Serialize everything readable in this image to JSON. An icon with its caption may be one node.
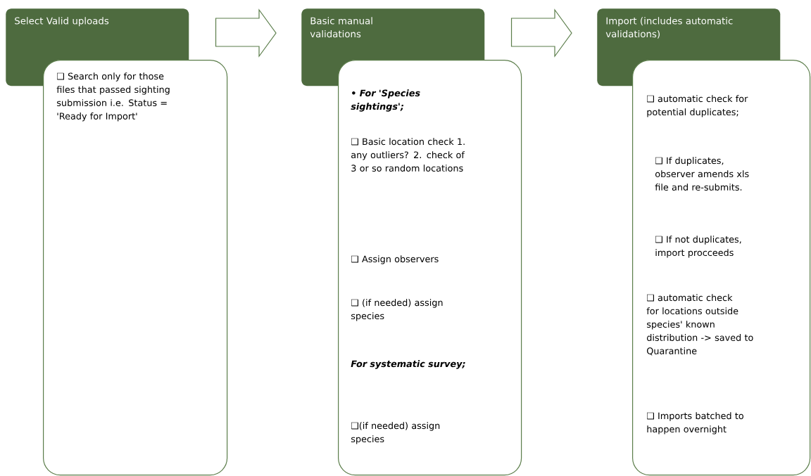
{
  "diagram": {
    "nodes": [
      {
        "text": [
          "Select Valid uploads"
        ]
      },
      {
        "text": [
          "❑ Search only for those files that passed sighting submission i.e. Status = 'Ready for Import'"
        ]
      },
      {
        "text": [
          "Basic manual validations"
        ]
      },
      {
        "text": [
          "• For 'Species sightings';",
          "❑ Basic location check 1. any outliers? 2. check of 3 or so random locations",
          "❑ Assign observers",
          "❑ (if needed) assign species",
          "For systematic survey;",
          "❑(if needed) assign species"
        ]
      },
      {
        "text": [
          "Import (includes automatic validations)"
        ]
      },
      {
        "text": [
          "❑ automatic check for potential duplicates;",
          "❑ If duplicates, observer amends xls file and re-submits.",
          "❑ If not duplicates, import procceeds",
          "❑ automatic check for locations outside species' known distribution -> saved to Quarantine",
          "❑ Imports batched to happen overnight"
        ]
      }
    ],
    "edges": [
      {
        "from": 0,
        "to": 2,
        "arrow": "to"
      },
      {
        "from": 2,
        "to": 4,
        "arrow": "to"
      }
    ]
  }
}
